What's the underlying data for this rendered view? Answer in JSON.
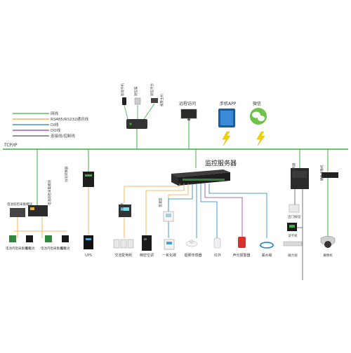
{
  "legend": {
    "items": [
      {
        "label": "网线",
        "color": "#3fae49"
      },
      {
        "label": "RS485/RS232通讯线",
        "color": "#f2a33a"
      },
      {
        "label": "DI线",
        "color": "#1f7ec8"
      },
      {
        "label": "DO线",
        "color": "#8a3e9c"
      },
      {
        "label": "连接线/控制线",
        "color": "#555555"
      }
    ]
  },
  "network": {
    "tcpip_label": "TCP/IP",
    "bus_color": "#3fae49"
  },
  "server": {
    "label": "监控服务器"
  },
  "top_devices": {
    "remote_access": "远程访问",
    "mobile_app": "手机APP",
    "wechat": "微信",
    "small_devices": [
      "智能手机",
      "短信猫",
      "短信平台",
      "报警主机"
    ]
  },
  "left_devices": {
    "module_top_left": "电池巡检采集模块",
    "module_top_right": "电池巡检采集模块",
    "bottom": [
      "电池内阻采集模块",
      "蓄电池",
      "电池内阻采集模块",
      "蓄电池"
    ]
  },
  "converter": {
    "label": "协议转换器"
  },
  "lower_devices": [
    {
      "label": "UPS"
    },
    {
      "label": "交流配电柜"
    },
    {
      "label": "精密空调"
    },
    {
      "label": "一氧化碳"
    },
    {
      "label": "烟雾传感器"
    },
    {
      "label": "红外"
    },
    {
      "label": "声光报警器"
    },
    {
      "label": "漏水绳"
    }
  ],
  "mid_labels": {
    "meter": "电量仪",
    "temp": "温湿度"
  },
  "right_devices": {
    "door_controller": "门禁控制器",
    "nvr": "硬盘录像机",
    "exit_button": "出门按钮",
    "reader": "读卡机",
    "mag_lock": "磁力锁",
    "camera": "摄像机"
  }
}
